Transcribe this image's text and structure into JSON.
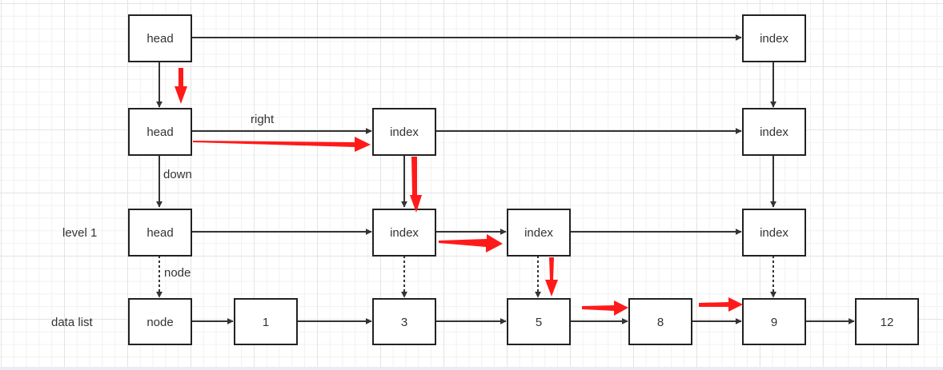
{
  "labels": {
    "head": "head",
    "index": "index",
    "node": "node",
    "right": "right",
    "down": "down",
    "level_1": "level 1",
    "data_list": "data list"
  },
  "data_list_values": [
    "1",
    "3",
    "5",
    "8",
    "9",
    "12"
  ],
  "colors": {
    "box_stroke": "#222222",
    "arrow": "#333333",
    "search_path": "#ff1a1a"
  }
}
